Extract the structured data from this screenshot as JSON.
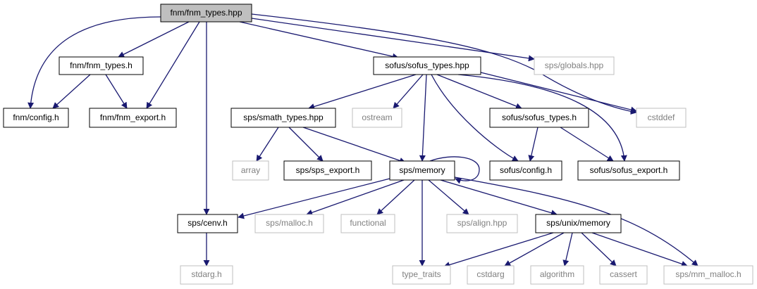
{
  "colors": {
    "edge": "#191970",
    "root_fill": "#bfbfbf",
    "external_border": "#bfbfbf",
    "external_text": "#808080"
  },
  "nodes": {
    "fnm_types_hpp": "fnm/fnm_types.hpp",
    "fnm_types_h": "fnm/fnm_types.h",
    "fnm_config_h": "fnm/config.h",
    "fnm_export_h": "fnm/fnm_export.h",
    "sofus_types_hpp": "sofus/sofus_types.hpp",
    "sps_globals_hpp": "sps/globals.hpp",
    "cstddef": "cstddef",
    "sps_smath_types_hpp": "sps/smath_types.hpp",
    "ostream": "ostream",
    "sofus_types_h": "sofus/sofus_types.h",
    "array": "array",
    "sps_export_h": "sps/sps_export.h",
    "sps_memory": "sps/memory",
    "sofus_config_h": "sofus/config.h",
    "sofus_export_h": "sofus/sofus_export.h",
    "sps_cenv_h": "sps/cenv.h",
    "sps_malloc_h": "sps/malloc.h",
    "functional": "functional",
    "sps_align_hpp": "sps/align.hpp",
    "sps_unix_memory": "sps/unix/memory",
    "stdarg_h": "stdarg.h",
    "type_traits": "type_traits",
    "cstdarg": "cstdarg",
    "algorithm": "algorithm",
    "cassert": "cassert",
    "sps_mm_malloc_h": "sps/mm_malloc.h"
  }
}
